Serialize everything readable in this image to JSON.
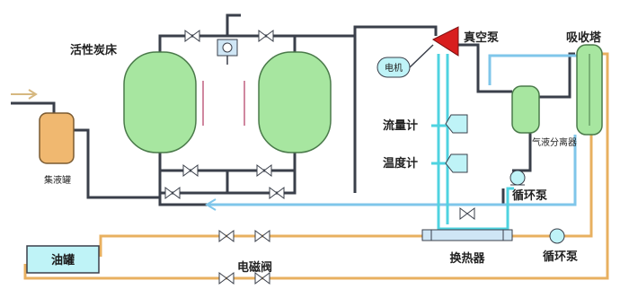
{
  "labels": {
    "carbon_bed": "活性炭床",
    "vacuum_pump": "真空泵",
    "absorption_tower": "吸收塔",
    "motor": "电机",
    "flow_meter": "流量计",
    "temp_meter": "温度计",
    "gas_liquid_separator": "气液分离器",
    "liquid_collector": "集液罐",
    "circ_pump_1": "循环泵",
    "oil_tank": "油罐",
    "heat_exchanger": "换热器",
    "circ_pump_2": "循环泵",
    "solenoid_valve": "电磁阀"
  },
  "colors": {
    "pipe_dark": "#3a3f4a",
    "pipe_cyan": "#4fd3e0",
    "pipe_light_blue": "#7fc6ea",
    "pipe_orange": "#e8b060",
    "vessel_green": "#a7e6a0",
    "tank_orange": "#f0b870",
    "pump_red": "#d81e1e",
    "box_cyan": "#bff3f7"
  }
}
